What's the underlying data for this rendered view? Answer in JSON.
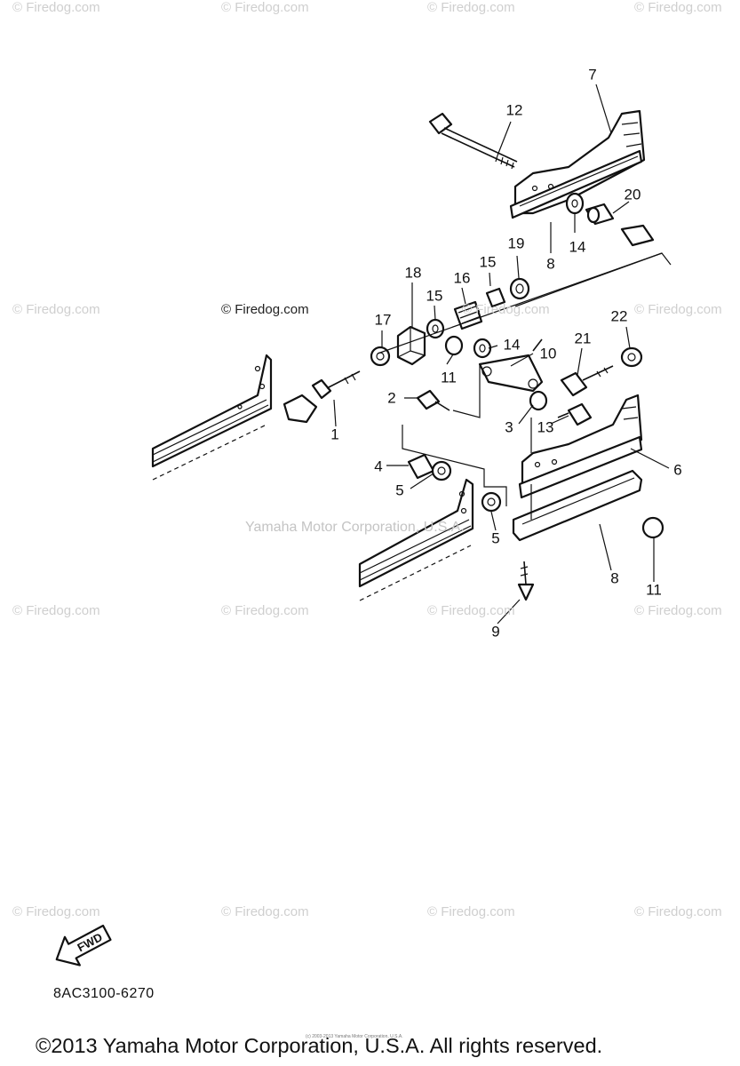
{
  "watermarks": {
    "site": "© Firedog.com",
    "inline": "© Firedog.com",
    "center": "Yamaha Motor Corporation, U.S.A."
  },
  "callouts": {
    "c1": "1",
    "c2": "2",
    "c3": "3",
    "c4": "4",
    "c5a": "5",
    "c5b": "5",
    "c6": "6",
    "c7": "7",
    "c8a": "8",
    "c8b": "8",
    "c9": "9",
    "c10": "10",
    "c11a": "11",
    "c11b": "11",
    "c12": "12",
    "c13": "13",
    "c14a": "14",
    "c14b": "14",
    "c15a": "15",
    "c15b": "15",
    "c16": "16",
    "c17": "17",
    "c18": "18",
    "c19": "19",
    "c20": "20",
    "c21": "21",
    "c22": "22"
  },
  "fwd_label": "FWD",
  "diagram_code": "8AC3100-6270",
  "copyright": "©2013 Yamaha Motor Corporation, U.S.A. All rights reserved.",
  "fine_print": "(c) 2003-2013 Yamaha Motor Corporation, U.S.A."
}
